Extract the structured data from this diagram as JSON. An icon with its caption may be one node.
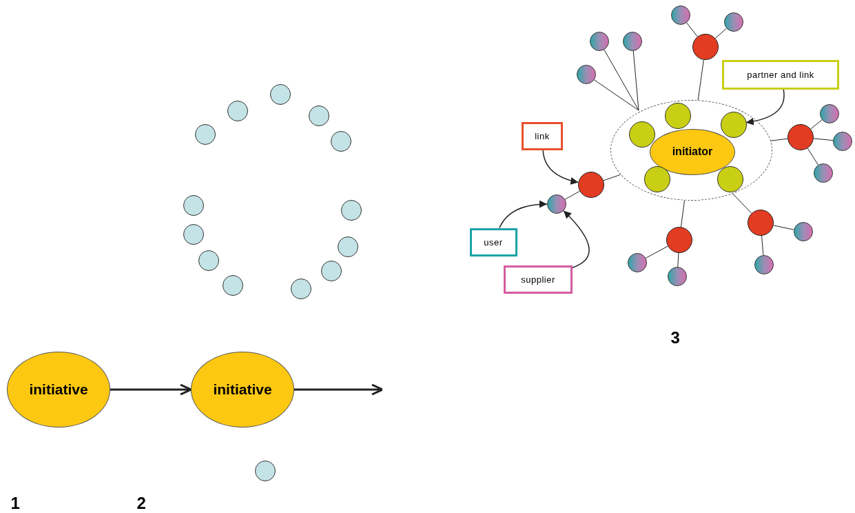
{
  "diagram": {
    "nodes": [
      {
        "text": [
          "initiative"
        ]
      },
      {
        "text": [
          "initiative"
        ]
      },
      {
        "text": [],
        "shape": "circle"
      },
      {
        "text": [],
        "shape": "circle"
      },
      {
        "text": [],
        "shape": "circle"
      },
      {
        "text": [],
        "shape": "circle"
      },
      {
        "text": [],
        "shape": "circle"
      },
      {
        "text": [],
        "shape": "circle"
      },
      {
        "text": [],
        "shape": "circle"
      },
      {
        "text": [],
        "shape": "circle"
      },
      {
        "text": [],
        "shape": "circle"
      },
      {
        "text": [],
        "shape": "circle"
      },
      {
        "text": [],
        "shape": "circle"
      },
      {
        "text": [],
        "shape": "circle"
      },
      {
        "text": [],
        "shape": "circle"
      },
      {
        "text": [],
        "shape": "circle"
      },
      {
        "text": [],
        "shape": "ellipse"
      },
      {
        "text": [
          "initiator"
        ],
        "in": 16
      },
      {
        "text": [],
        "shape": "circle",
        "in": 16
      },
      {
        "text": [],
        "shape": "circle",
        "in": 16
      },
      {
        "text": [],
        "shape": "circle",
        "in": 16
      },
      {
        "text": [],
        "shape": "circle",
        "in": 16
      },
      {
        "text": [],
        "shape": "circle",
        "in": 16
      },
      {
        "text": [],
        "shape": "circle"
      },
      {
        "text": [],
        "shape": "circle"
      },
      {
        "text": [],
        "shape": "circle"
      },
      {
        "text": [],
        "shape": "circle"
      },
      {
        "text": [],
        "shape": "circle"
      },
      {
        "text": [],
        "shape": "circle"
      },
      {
        "text": [],
        "shape": "circle"
      },
      {
        "text": [],
        "shape": "circle"
      },
      {
        "text": [],
        "shape": "circle"
      },
      {
        "text": [],
        "shape": "circle"
      },
      {
        "text": [],
        "shape": "circle"
      },
      {
        "text": [],
        "shape": "circle"
      },
      {
        "text": [],
        "shape": "circle"
      },
      {
        "text": [],
        "shape": "circle"
      },
      {
        "text": [],
        "shape": "circle"
      },
      {
        "text": [],
        "shape": "circle"
      },
      {
        "text": [],
        "shape": "circle"
      },
      {
        "text": [],
        "shape": "circle"
      },
      {
        "text": [
          "partner and link"
        ]
      },
      {
        "text": [
          "link"
        ]
      },
      {
        "text": [
          "user"
        ]
      },
      {
        "text": [
          "supplier"
        ]
      }
    ],
    "edges": [
      {
        "from": 0,
        "to": 1,
        "arrow": "to",
        "style": "thick"
      },
      {
        "from": 1,
        "to": null,
        "arrow": "to",
        "style": "thick"
      },
      {
        "from": 23,
        "to": 28,
        "arrow": "none"
      },
      {
        "from": 23,
        "to": 29,
        "arrow": "none"
      },
      {
        "from": 23,
        "to": 16,
        "arrow": "none"
      },
      {
        "from": 30,
        "to": 16,
        "arrow": "none"
      },
      {
        "from": 31,
        "to": 16,
        "arrow": "none"
      },
      {
        "from": 32,
        "to": 16,
        "arrow": "none"
      },
      {
        "from": 24,
        "to": 16,
        "arrow": "none"
      },
      {
        "from": 24,
        "to": 33,
        "arrow": "none"
      },
      {
        "from": 24,
        "to": 34,
        "arrow": "none"
      },
      {
        "from": 24,
        "to": 35,
        "arrow": "none"
      },
      {
        "from": 25,
        "to": 16,
        "arrow": "none"
      },
      {
        "from": 25,
        "to": 36,
        "arrow": "none"
      },
      {
        "from": 26,
        "to": 16,
        "arrow": "none"
      },
      {
        "from": 26,
        "to": 37,
        "arrow": "none"
      },
      {
        "from": 26,
        "to": 39,
        "arrow": "none"
      },
      {
        "from": 27,
        "to": 16,
        "arrow": "none"
      },
      {
        "from": 27,
        "to": 38,
        "arrow": "none"
      },
      {
        "from": 27,
        "to": 40,
        "arrow": "none"
      },
      {
        "from": 42,
        "to": 25,
        "arrow": "to"
      },
      {
        "from": 41,
        "to": 19,
        "arrow": "to"
      },
      {
        "from": 43,
        "to": 36,
        "arrow": "to"
      },
      {
        "from": 44,
        "to": 36,
        "arrow": "to"
      }
    ],
    "labels": [
      "3",
      "1",
      "2"
    ]
  }
}
